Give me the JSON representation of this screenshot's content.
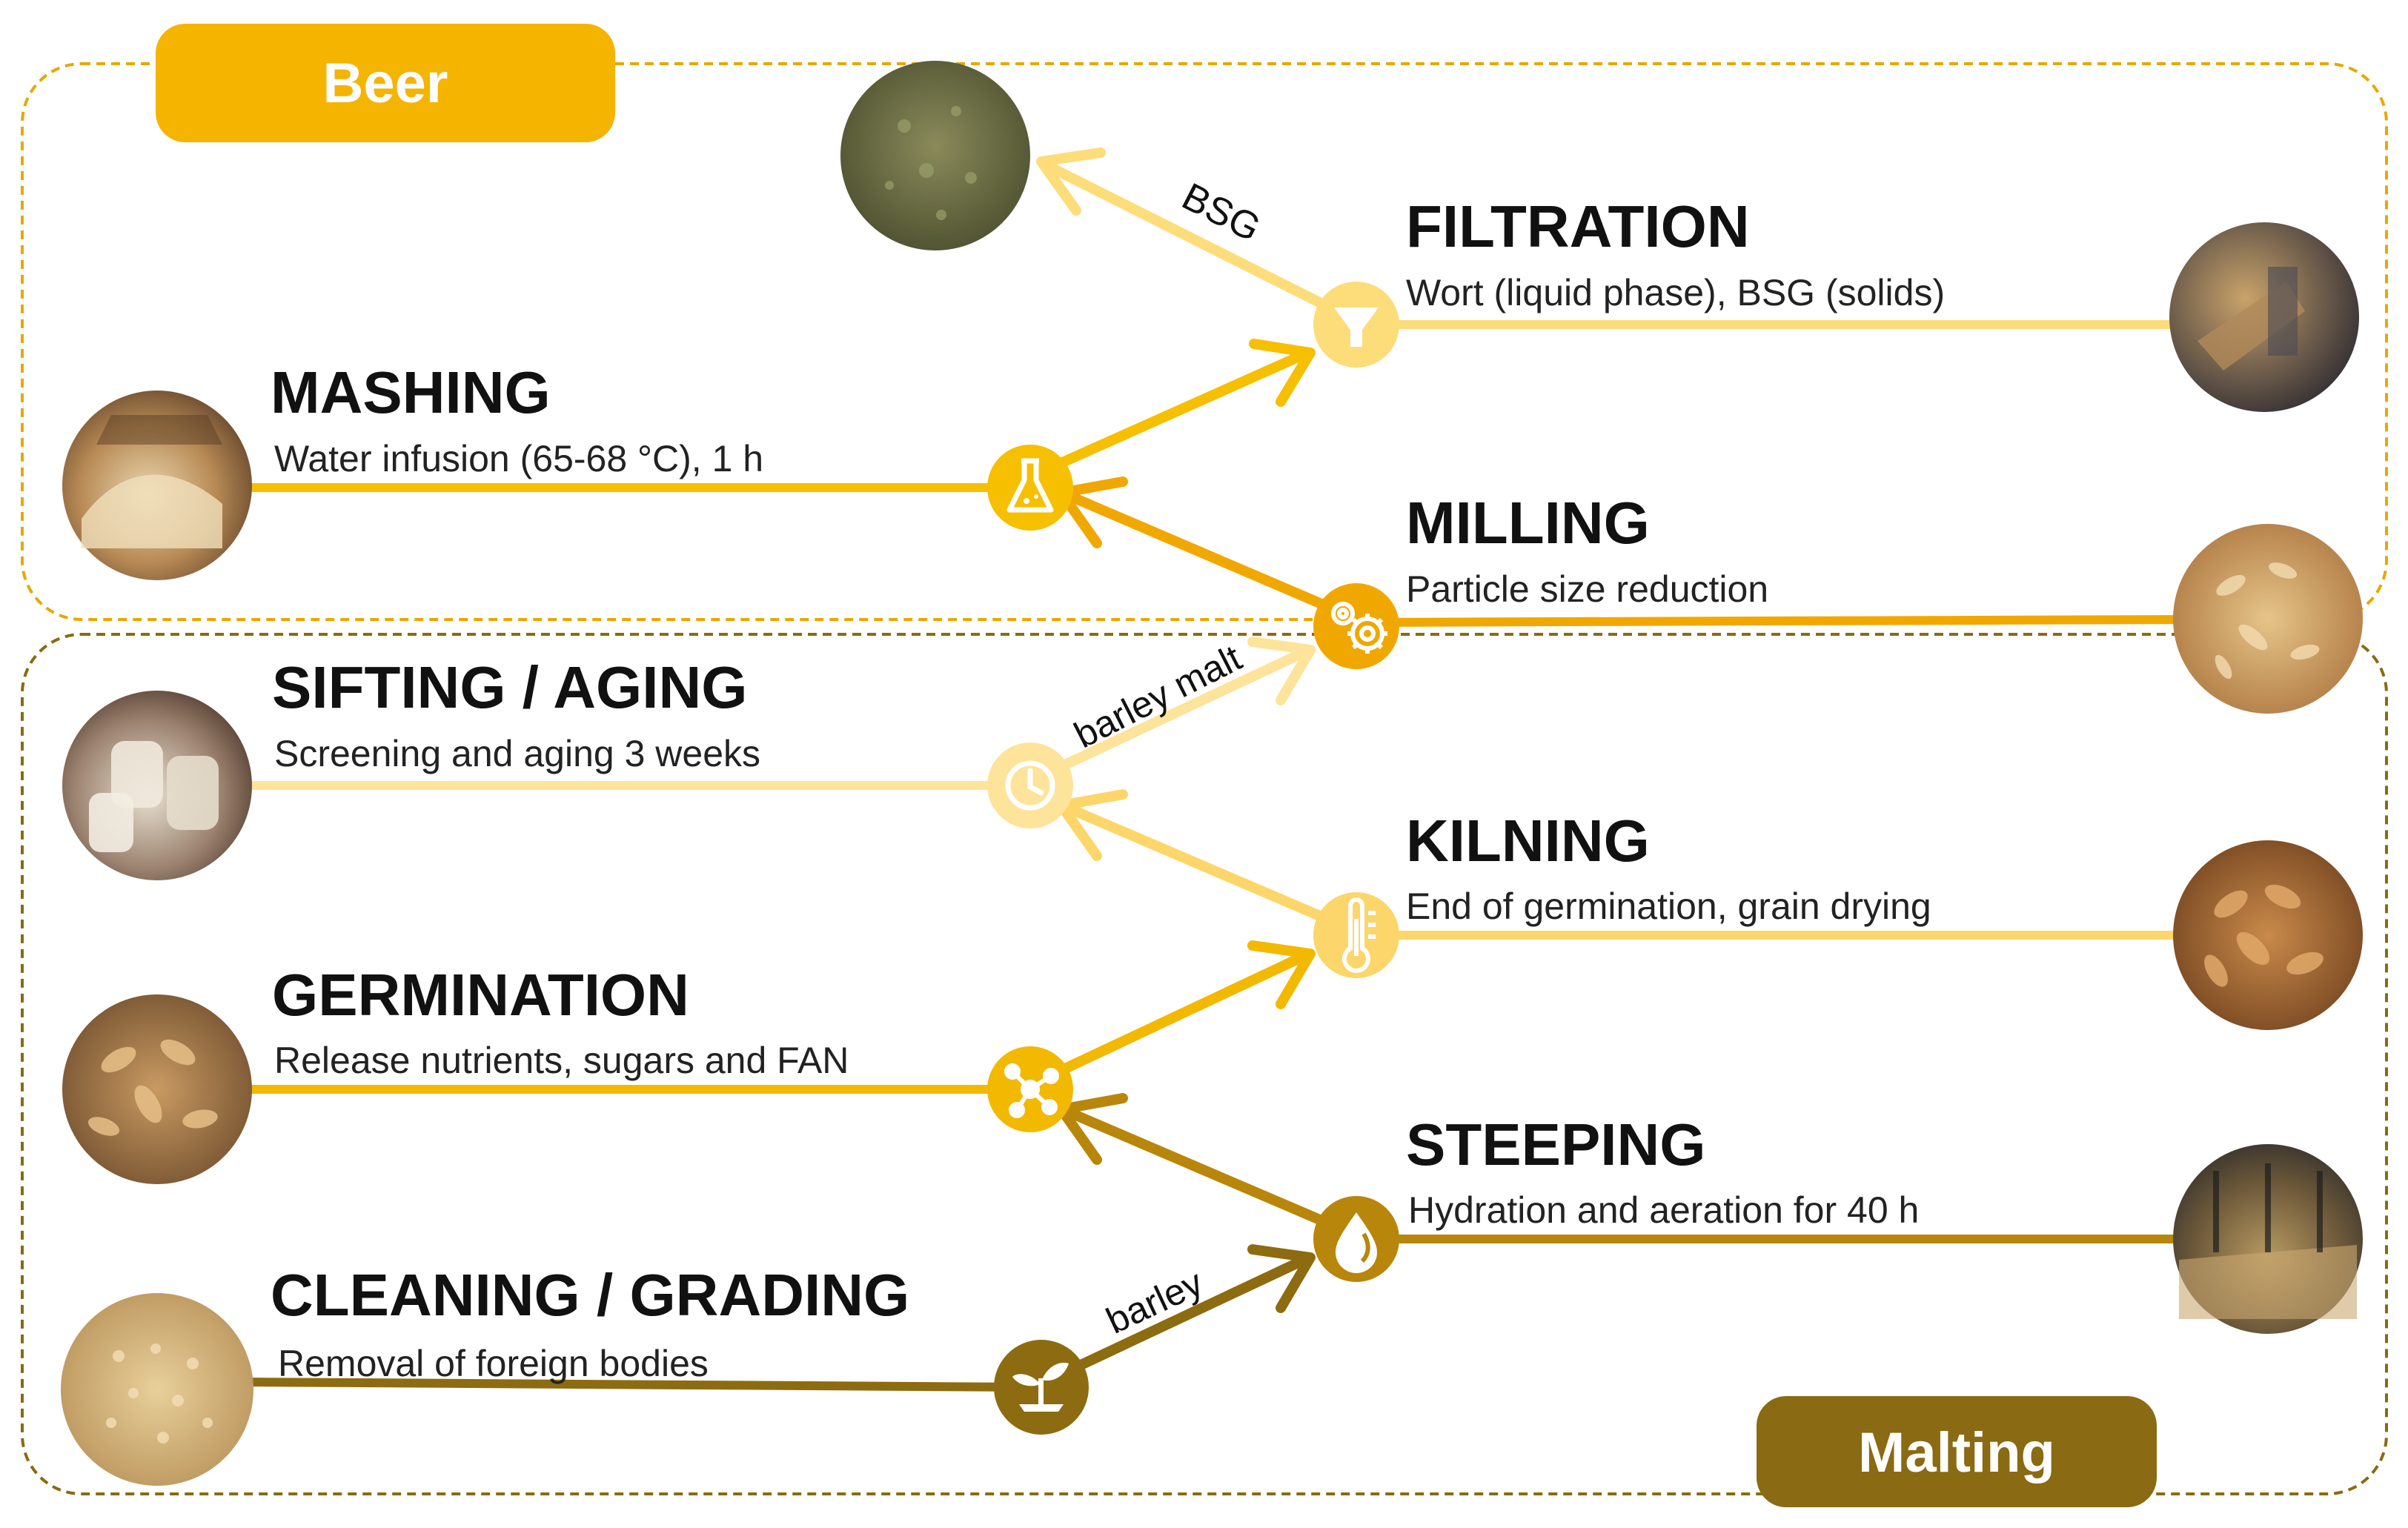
{
  "zones": {
    "beer": {
      "label": "Beer",
      "color": "#f5b400"
    },
    "malting": {
      "label": "Malting",
      "color": "#8a6a12"
    }
  },
  "steps": {
    "filtration": {
      "title": "FILTRATION",
      "desc": "Wort (liquid phase), BSG (solids)",
      "color": "#fddc7a",
      "icon": "funnel-icon",
      "photo": "filtration-equipment-photo"
    },
    "mashing": {
      "title": "MASHING",
      "desc": "Water infusion (65-68 °C), 1 h",
      "color": "#f6bf00",
      "icon": "flask-icon",
      "photo": "mash-tun-photo"
    },
    "milling": {
      "title": "MILLING",
      "desc": "Particle size reduction",
      "color": "#f0a800",
      "icon": "gears-icon",
      "photo": "milled-grain-photo"
    },
    "sifting": {
      "title": "SIFTING / AGING",
      "desc": "Screening and aging 3 weeks",
      "color": "#fde49a",
      "icon": "clock-icon",
      "photo": "malt-sacks-photo"
    },
    "kilning": {
      "title": "KILNING",
      "desc": "End of germination, grain drying",
      "color": "#fcd66a",
      "icon": "thermometer-icon",
      "photo": "kilned-malt-photo"
    },
    "germination": {
      "title": "GERMINATION",
      "desc": "Release nutrients, sugars and FAN",
      "color": "#f3b800",
      "icon": "molecule-icon",
      "photo": "germinating-barley-photo"
    },
    "steeping": {
      "title": "STEEPING",
      "desc": "Hydration and aeration for 40 h",
      "color": "#b8860b",
      "icon": "water-drop-icon",
      "photo": "steeping-floor-photo"
    },
    "cleaning": {
      "title": "CLEANING / GRADING",
      "desc": "Removal of foreign bodies",
      "color": "#8d6b10",
      "icon": "sprout-icon",
      "photo": "raw-barley-photo"
    }
  },
  "arrow_labels": {
    "bsg": "BSG",
    "barley_malt": "barley malt",
    "barley": "barley"
  },
  "bsg_photo": "spent-grain-photo"
}
